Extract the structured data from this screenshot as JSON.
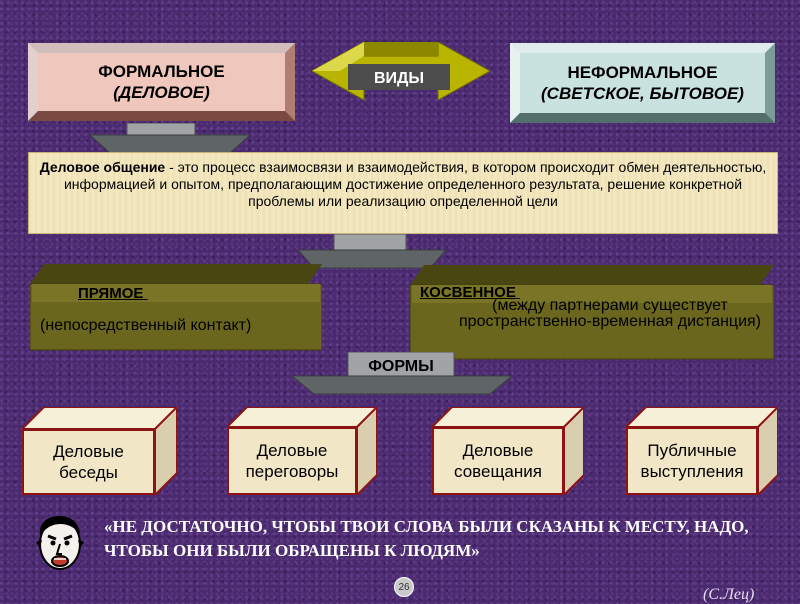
{
  "types": {
    "formal_line1": "ФОРМАЛЬНОЕ",
    "formal_line2": "(ДЕЛОВОЕ)",
    "arrow_label": "ВИДЫ",
    "informal_line1": "НЕФОРМАЛЬНОЕ",
    "informal_line2": "(СВЕТСКОЕ, БЫТОВОЕ)"
  },
  "definition": {
    "term": "Деловое общение",
    "text": " - это процесс взаимосвязи и взаимодействия, в котором происходит обмен деятельностью, информацией и опытом, предполагающим достижение определенного результата, решение конкретной проблемы или реализацию определенной цели"
  },
  "direct": {
    "title": "ПРЯМОЕ ",
    "desc": "(непосредственный контакт)"
  },
  "indirect": {
    "title": "КОСВЕННОЕ ",
    "desc": "(между партнерами существует пространственно-временная дистанция)"
  },
  "forms_label": "ФОРМЫ",
  "forms": [
    {
      "line1": "Деловые",
      "line2": "беседы"
    },
    {
      "line1": "Деловые",
      "line2": "переговоры"
    },
    {
      "line1": "Деловые",
      "line2": "совещания"
    },
    {
      "line1": "Публичные",
      "line2": "выступления"
    }
  ],
  "quote": "«НЕ ДОСТАТОЧНО,  ЧТОБЫ  ТВОИ СЛОВА БЫЛИ СКАЗАНЫ К МЕСТУ, НАДО, ЧТОБЫ ОНИ БЫЛИ ОБРАЩЕНЫ К ЛЮДЯМ»",
  "author": "(С.Лец)",
  "page_number": "26",
  "colors": {
    "background": "#4a2a6e",
    "formal_box": "#efc7bd",
    "informal_box": "#c9e2df",
    "definition_box": "#f3e7bf",
    "olive_box": "#6b661e",
    "arrow": "#b8b400",
    "cube_border": "#8c1414"
  }
}
